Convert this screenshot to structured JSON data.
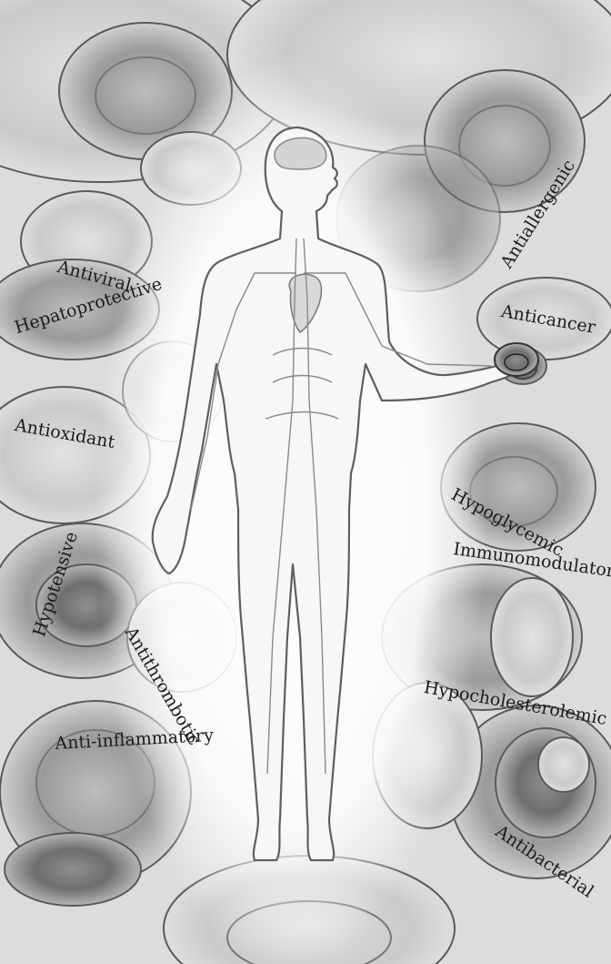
{
  "labels": {
    "antiviral": "Antiviral",
    "hepatoprotective": "Hepatoprotective",
    "antioxidant": "Antioxidant",
    "hypotensive": "Hypotensive",
    "antithrombotic": "Antithrombotic",
    "anti_inflammatory": "Anti-inflammatory",
    "antiallergenic": "Antiallergenic",
    "anticancer": "Anticancer",
    "hypoglycemic": "Hypoglycemic",
    "immunomodulator": "Immunomodulator",
    "hypocholesterolemic": "Hypocholesterolemic",
    "antibacterial": "Antibacterial"
  }
}
